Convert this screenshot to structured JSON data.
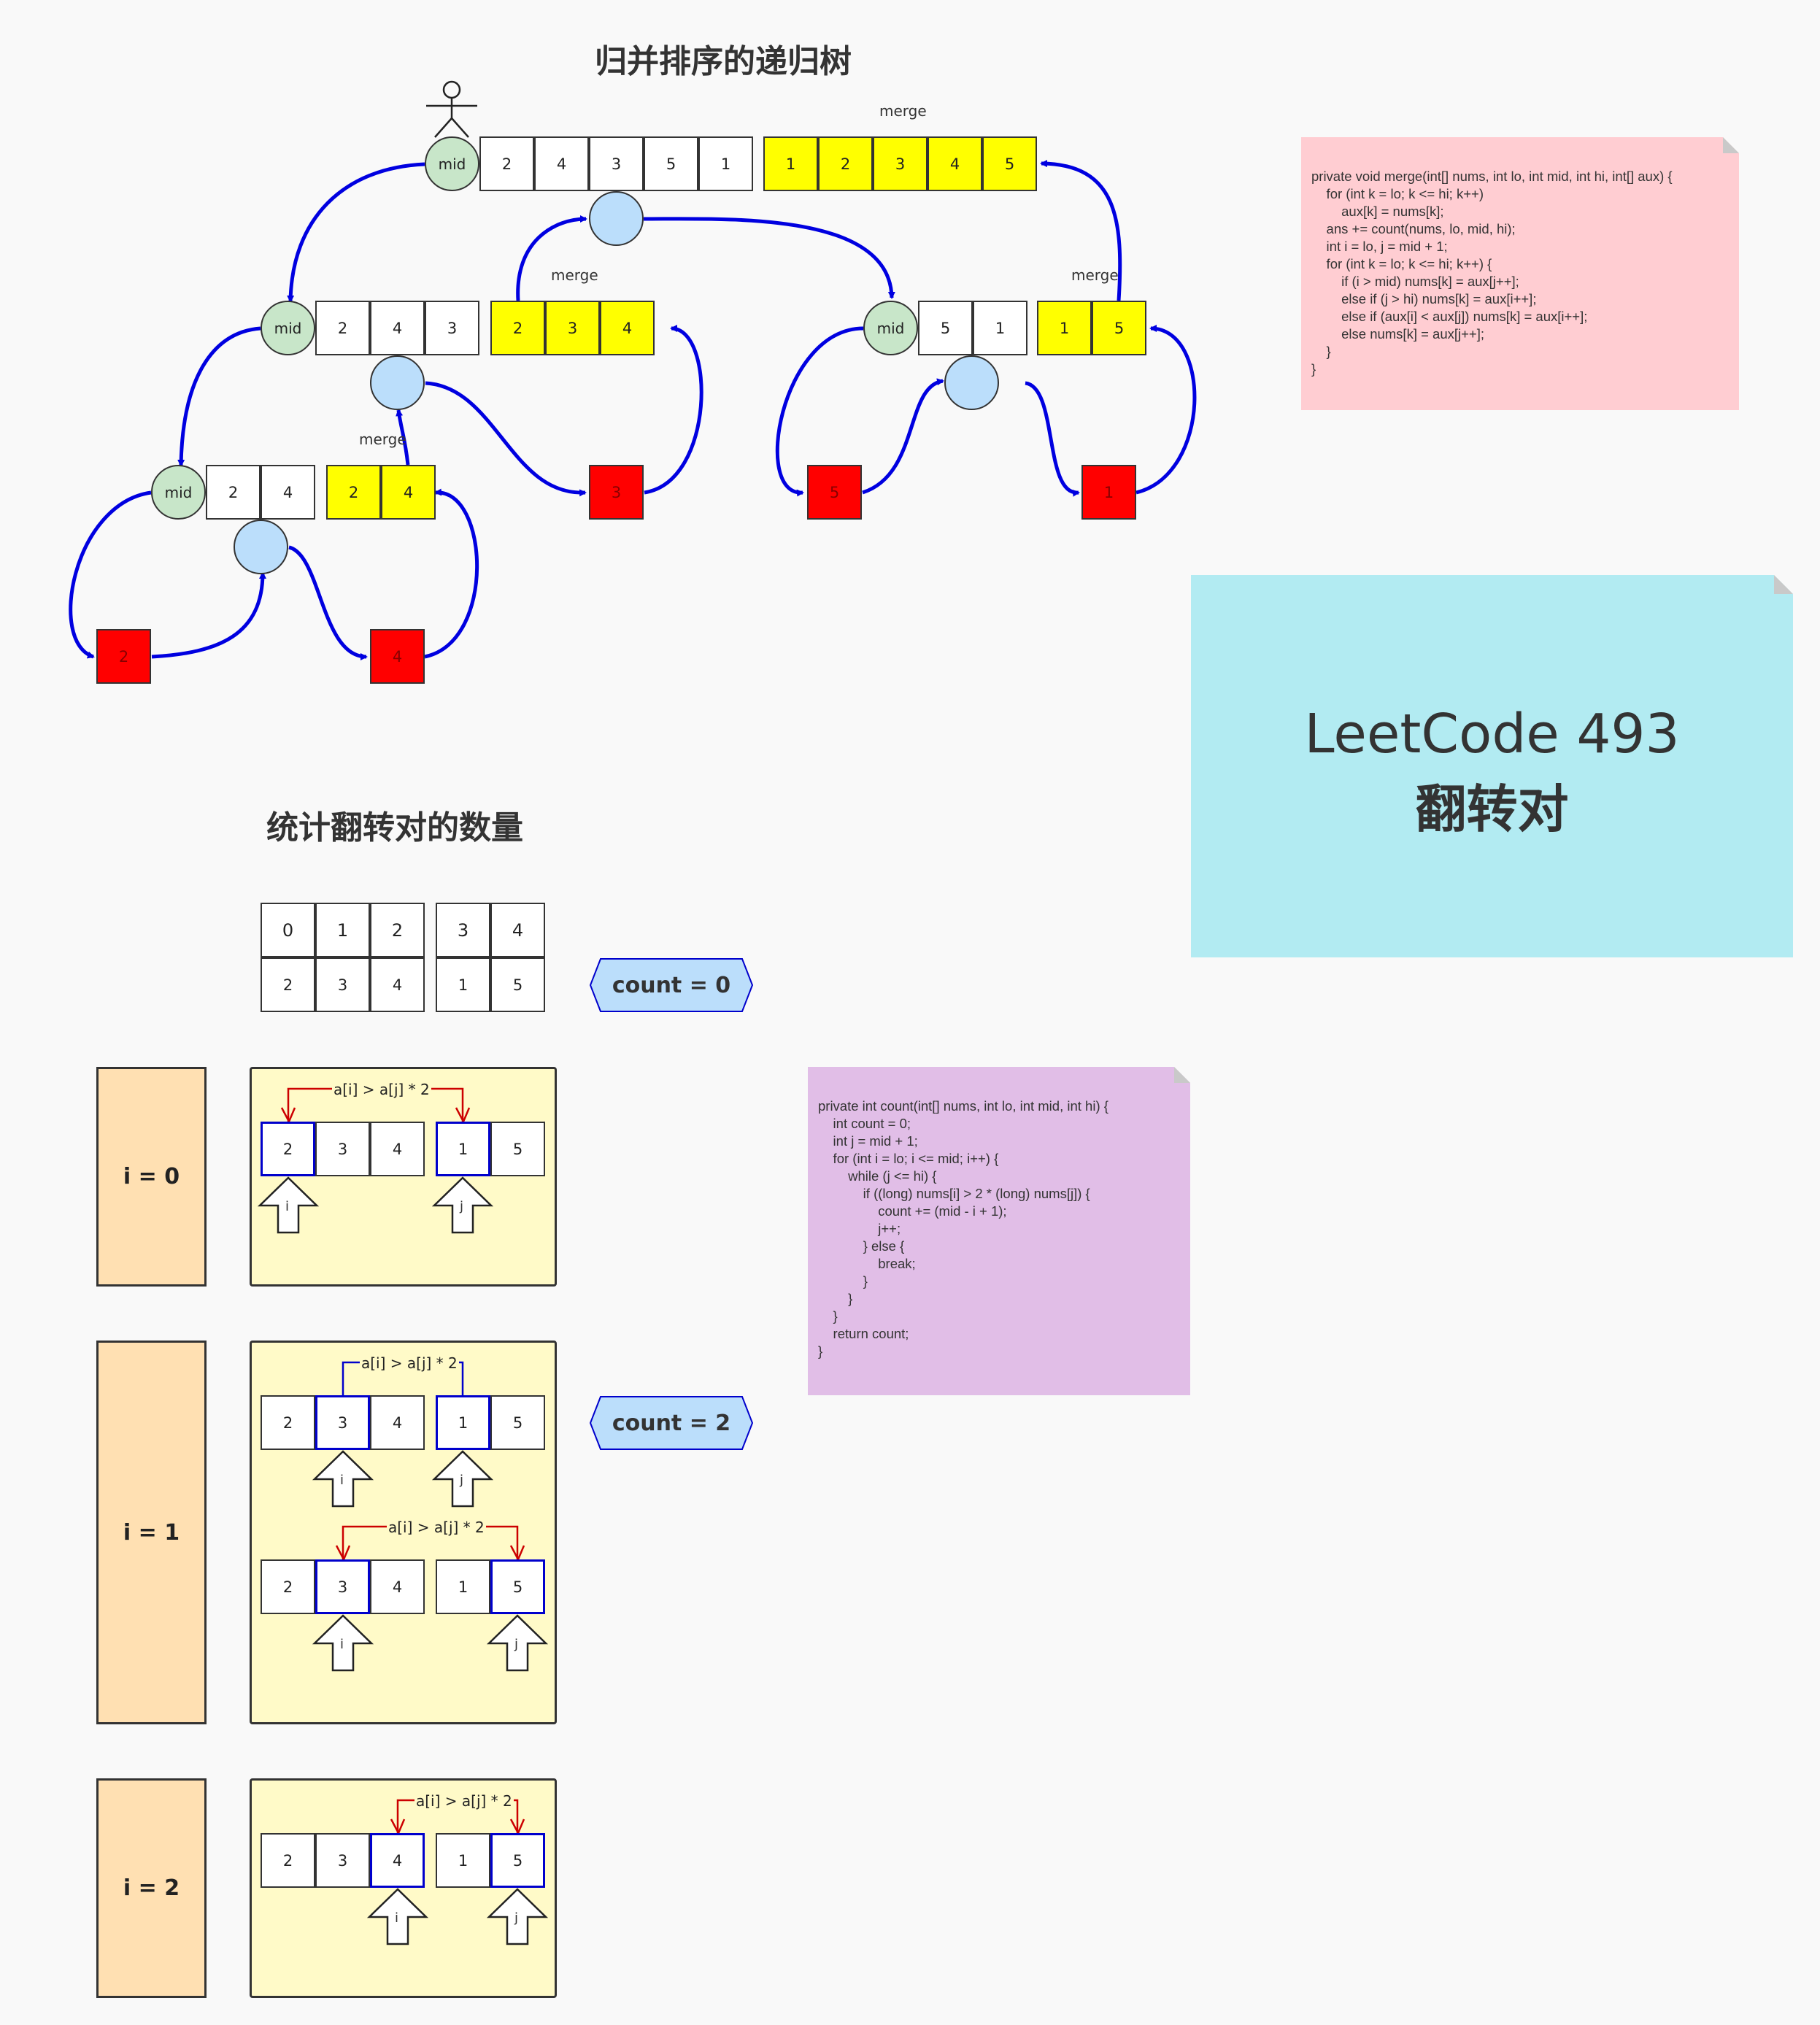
{
  "tree": {
    "title": "归并排序的递归树",
    "mid_label": "mid",
    "merge_label": "merge",
    "root_values": [
      "2",
      "4",
      "3",
      "5",
      "1"
    ],
    "root_merged": [
      "1",
      "2",
      "3",
      "4",
      "5"
    ],
    "left_values": [
      "2",
      "4",
      "3"
    ],
    "left_merged": [
      "2",
      "3",
      "4"
    ],
    "ll_values": [
      "2",
      "4"
    ],
    "ll_merged": [
      "2",
      "4"
    ],
    "leaf_2": "2",
    "leaf_4": "4",
    "leaf_3": "3",
    "right_values": [
      "5",
      "1"
    ],
    "right_merged": [
      "1",
      "5"
    ],
    "leaf_5": "5",
    "leaf_1": "1"
  },
  "merge_note": {
    "code": "private void merge(int[] nums, int lo, int mid, int hi, int[] aux) {\n    for (int k = lo; k <= hi; k++)\n        aux[k] = nums[k];\n    ans += count(nums, lo, mid, hi);\n    int i = lo, j = mid + 1;\n    for (int k = lo; k <= hi; k++) {\n        if (i > mid) nums[k] = aux[j++];\n        else if (j > hi) nums[k] = aux[i++];\n        else if (aux[i] < aux[j]) nums[k] = aux[i++];\n        else nums[k] = aux[j++];\n    }\n}",
    "color": "#ffcdd2"
  },
  "banner": {
    "line1": "LeetCode 493",
    "line2": "翻转对",
    "color": "#b2ebf2"
  },
  "count_section": {
    "title": "统计翻转对的数量",
    "indices": [
      "0",
      "1",
      "2",
      "3",
      "4"
    ],
    "values": [
      "2",
      "3",
      "4",
      "1",
      "5"
    ],
    "count0": "count = 0",
    "count2": "count = 2",
    "i0": "i = 0",
    "i1": "i = 1",
    "i2": "i = 2",
    "cond": "a[i] > a[j] * 2",
    "i_ptr": "i",
    "j_ptr": "j"
  },
  "count_note": {
    "code": "private int count(int[] nums, int lo, int mid, int hi) {\n    int count = 0;\n    int j = mid + 1;\n    for (int i = lo; i <= mid; i++) {\n        while (j <= hi) {\n            if ((long) nums[i] > 2 * (long) nums[j]) {\n                count += (mid - i + 1);\n                j++;\n            } else {\n                break;\n            }\n        }\n    }\n    return count;\n}",
    "color": "#e1bee7"
  }
}
